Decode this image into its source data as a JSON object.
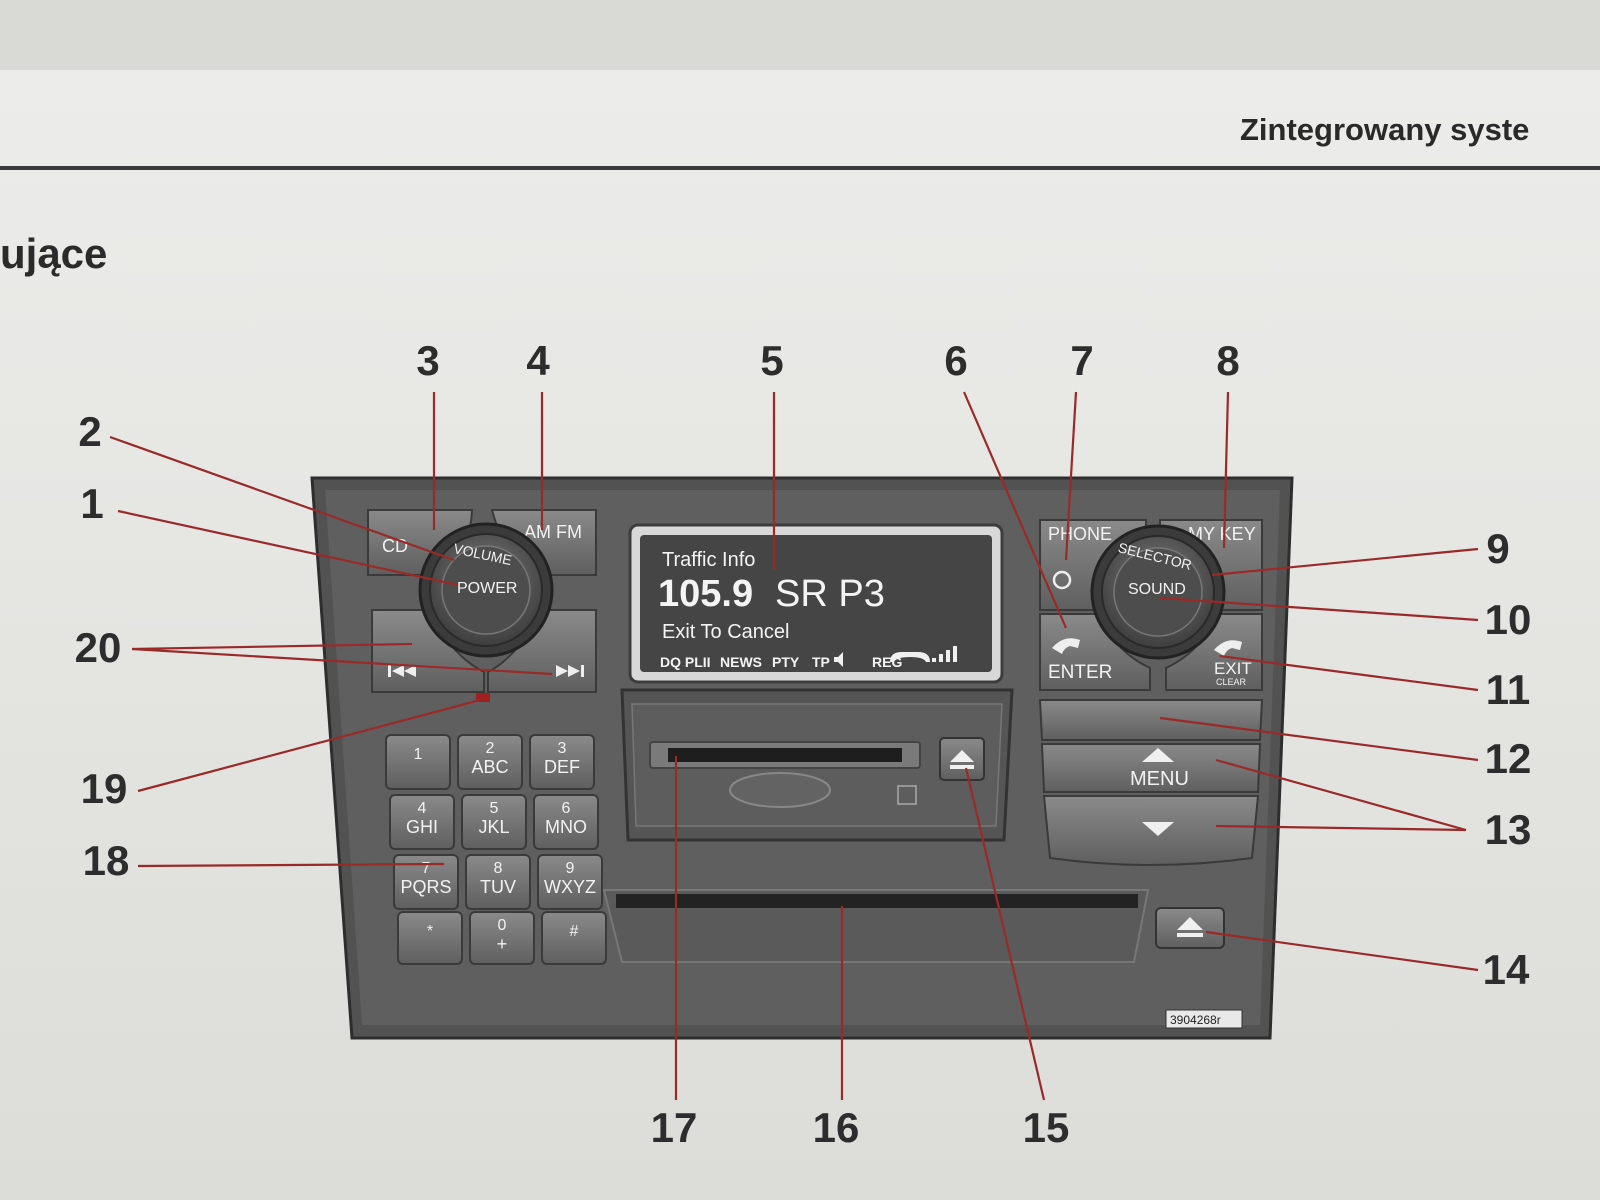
{
  "page": {
    "header_title": "Zintegrowany syste",
    "section_title": "ujące"
  },
  "figure": {
    "image_code": "3904268r",
    "callouts": [
      "1",
      "2",
      "3",
      "4",
      "5",
      "6",
      "7",
      "8",
      "9",
      "10",
      "11",
      "12",
      "13",
      "14",
      "15",
      "16",
      "17",
      "18",
      "19",
      "20"
    ],
    "buttons": {
      "cd": "CD",
      "am_fm": "AM FM",
      "volume": "VOLUME",
      "power": "POWER",
      "phone": "PHONE",
      "my_key": "MY KEY",
      "selector": "SELECTOR",
      "sound": "SOUND",
      "enter": "ENTER",
      "exit": "EXIT",
      "clear": "CLEAR",
      "menu": "MENU",
      "prev_icon": "skip-back-icon",
      "next_icon": "skip-forward-icon",
      "eject_icon": "eject-icon"
    },
    "keypad": [
      {
        "digit": "1",
        "letters": ""
      },
      {
        "digit": "2",
        "letters": "ABC"
      },
      {
        "digit": "3",
        "letters": "DEF"
      },
      {
        "digit": "4",
        "letters": "GHI"
      },
      {
        "digit": "5",
        "letters": "JKL"
      },
      {
        "digit": "6",
        "letters": "MNO"
      },
      {
        "digit": "7",
        "letters": "PQRS"
      },
      {
        "digit": "8",
        "letters": "TUV"
      },
      {
        "digit": "9",
        "letters": "WXYZ"
      },
      {
        "digit": "*",
        "letters": ""
      },
      {
        "digit": "0",
        "letters": "+"
      },
      {
        "digit": "#",
        "letters": ""
      }
    ],
    "display": {
      "line1": "Traffic Info",
      "frequency": "105.9",
      "station": "SR P3",
      "line3": "Exit To Cancel",
      "status_items": [
        "DQ PLII",
        "NEWS",
        "PTY",
        "TP",
        "REG"
      ]
    }
  },
  "colors": {
    "panel": "#5a5a5a",
    "button": "#6b6b6b",
    "lcd": "#4a4a4a",
    "leader": "#9a2a2a"
  }
}
